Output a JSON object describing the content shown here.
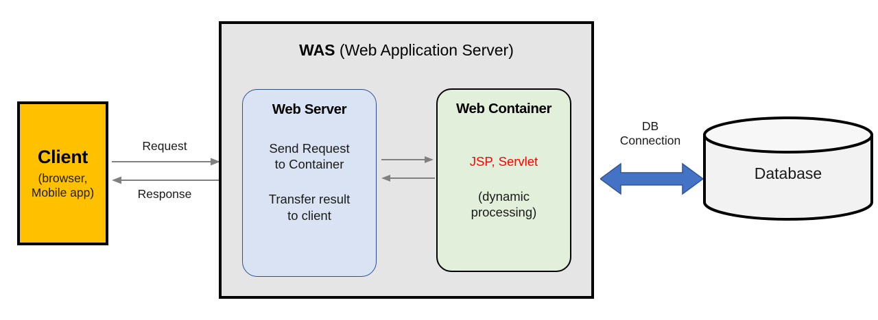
{
  "diagram": {
    "client": {
      "title": "Client",
      "subtitle_line1": "(browser,",
      "subtitle_line2": "Mobile app)",
      "fill_color": "#FFC000",
      "border_color": "#000000"
    },
    "flows": {
      "request_label": "Request",
      "response_label": "Response",
      "arrow_color": "#808080"
    },
    "was": {
      "title_bold": "WAS",
      "title_regular": " (Web Application Server)",
      "fill_color": "#E5E5E5",
      "border_color": "#000000"
    },
    "web_server": {
      "title": "Web Server",
      "line1a": "Send Request",
      "line1b": "to Container",
      "line2a": "Transfer result",
      "line2b": "to client",
      "fill_color": "#DAE3F3",
      "border_color": "#2E4D8C"
    },
    "web_container": {
      "title": "Web Container",
      "jsp_servlet": "JSP, Servlet",
      "jsp_color": "#FF0000",
      "line2a": "(dynamic",
      "line2b": "processing)",
      "fill_color": "#E2EFDA",
      "border_color": "#000000"
    },
    "db_connection": {
      "label_line1": "DB",
      "label_line2": "Connection",
      "arrow_fill": "#4472C4",
      "arrow_stroke": "#2F5597"
    },
    "database": {
      "label": "Database",
      "fill_color": "#F2F2F2",
      "border_color": "#000000"
    }
  }
}
